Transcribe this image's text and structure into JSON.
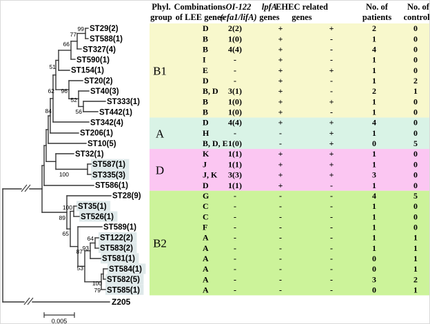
{
  "figure_type": "phylogenetic-tree-with-gene-table",
  "tree": {
    "outgroup_label": "Z205",
    "scale_bar_label": "0.005",
    "bootstrap_values": [
      "99",
      "77",
      "66",
      "51",
      "62",
      "96",
      "52",
      "56",
      "84",
      "100",
      "89",
      "100",
      "65",
      "64",
      "93",
      "87",
      "53",
      "100",
      "79"
    ]
  },
  "colors": {
    "group_b1": "#f8f8cc",
    "group_a": "#d9f3e6",
    "group_d": "#fbc6f2",
    "group_b2": "#ccf39a",
    "leaf_highlight": "#dfe9ea",
    "line": "#333333",
    "text": "#000000"
  },
  "table": {
    "headers": [
      {
        "line1": "Phyl.",
        "line2": "group",
        "italic1": false,
        "italic2": false
      },
      {
        "line1": "Combinations",
        "line2": "of LEE genes",
        "italic1": false,
        "italic2": false
      },
      {
        "line1": "OI-122",
        "line2": "(efa1/lifA)",
        "italic1": true,
        "italic2": true
      },
      {
        "line1": "lpfA",
        "line2": "genes",
        "italic1": true,
        "italic2": false
      },
      {
        "line1": "EHEC related",
        "line2": "genes",
        "italic1": false,
        "italic2": false
      },
      {
        "line1": "No. of",
        "line2": "patients",
        "italic1": false,
        "italic2": false
      },
      {
        "line1": "No. of",
        "line2": "controls",
        "italic1": false,
        "italic2": false
      }
    ],
    "groups": [
      {
        "label": "B1",
        "row_span": 9
      },
      {
        "label": "A",
        "row_span": 3
      },
      {
        "label": "D",
        "row_span": 4
      },
      {
        "label": "B2",
        "row_span": 10
      }
    ],
    "rows": [
      {
        "st": "ST29(2)",
        "shaded": false,
        "lee": "D",
        "oi122": "2(2)",
        "lpfa": "+",
        "ehec": "+",
        "patients": "2",
        "controls": "0"
      },
      {
        "st": "ST588(1)",
        "shaded": false,
        "lee": "B",
        "oi122": "1(0)",
        "lpfa": "+",
        "ehec": "-",
        "patients": "1",
        "controls": "0"
      },
      {
        "st": "ST327(4)",
        "shaded": false,
        "lee": "B",
        "oi122": "4(4)",
        "lpfa": "+",
        "ehec": "-",
        "patients": "4",
        "controls": "0"
      },
      {
        "st": "ST590(1)",
        "shaded": false,
        "lee": "I",
        "oi122": "-",
        "lpfa": "+",
        "ehec": "-",
        "patients": "1",
        "controls": "0"
      },
      {
        "st": "ST154(1)",
        "shaded": false,
        "lee": "E",
        "oi122": "-",
        "lpfa": "+",
        "ehec": "+",
        "patients": "1",
        "controls": "0"
      },
      {
        "st": "ST20(2)",
        "shaded": false,
        "lee": "D",
        "oi122": "-",
        "lpfa": "+",
        "ehec": "-",
        "patients": "1",
        "controls": "2"
      },
      {
        "st": "ST40(3)",
        "shaded": false,
        "lee": "B, D",
        "oi122": "3(1)",
        "lpfa": "+",
        "ehec": "-",
        "patients": "2",
        "controls": "1"
      },
      {
        "st": "ST333(1)",
        "shaded": false,
        "lee": "B",
        "oi122": "1(0)",
        "lpfa": "+",
        "ehec": "+",
        "patients": "1",
        "controls": "0"
      },
      {
        "st": "ST442(1)",
        "shaded": false,
        "lee": "B",
        "oi122": "1(0)",
        "lpfa": "+",
        "ehec": "-",
        "patients": "1",
        "controls": "0"
      },
      {
        "st": "ST342(4)",
        "shaded": false,
        "lee": "D",
        "oi122": "4(4)",
        "lpfa": "+",
        "ehec": "+",
        "patients": "4",
        "controls": "0"
      },
      {
        "st": "ST206(1)",
        "shaded": false,
        "lee": "H",
        "oi122": "-",
        "lpfa": "-",
        "ehec": "+",
        "patients": "1",
        "controls": "0"
      },
      {
        "st": "ST10(5)",
        "shaded": false,
        "lee": "B, D, E",
        "oi122": "1(0)",
        "lpfa": "-",
        "ehec": "+",
        "patients": "0",
        "controls": "5"
      },
      {
        "st": "ST32(1)",
        "shaded": false,
        "lee": "K",
        "oi122": "1(1)",
        "lpfa": "+",
        "ehec": "+",
        "patients": "1",
        "controls": "0"
      },
      {
        "st": "ST587(1)",
        "shaded": true,
        "lee": "J",
        "oi122": "1(1)",
        "lpfa": "+",
        "ehec": "+",
        "patients": "1",
        "controls": "0"
      },
      {
        "st": "ST335(3)",
        "shaded": true,
        "lee": "J, K",
        "oi122": "3(3)",
        "lpfa": "+",
        "ehec": "+",
        "patients": "3",
        "controls": "0"
      },
      {
        "st": "ST586(1)",
        "shaded": false,
        "lee": "D",
        "oi122": "1(1)",
        "lpfa": "+",
        "ehec": "-",
        "patients": "1",
        "controls": "0"
      },
      {
        "st": "ST28(9)",
        "shaded": false,
        "lee": "G",
        "oi122": "-",
        "lpfa": "-",
        "ehec": "-",
        "patients": "4",
        "controls": "5"
      },
      {
        "st": "ST35(1)",
        "shaded": true,
        "lee": "C",
        "oi122": "-",
        "lpfa": "-",
        "ehec": "-",
        "patients": "1",
        "controls": "0"
      },
      {
        "st": "ST526(1)",
        "shaded": true,
        "lee": "C",
        "oi122": "-",
        "lpfa": "-",
        "ehec": "-",
        "patients": "1",
        "controls": "0"
      },
      {
        "st": "ST589(1)",
        "shaded": false,
        "lee": "F",
        "oi122": "-",
        "lpfa": "-",
        "ehec": "-",
        "patients": "1",
        "controls": "0"
      },
      {
        "st": "ST122(2)",
        "shaded": true,
        "lee": "A",
        "oi122": "-",
        "lpfa": "-",
        "ehec": "-",
        "patients": "1",
        "controls": "1"
      },
      {
        "st": "ST583(2)",
        "shaded": true,
        "lee": "A",
        "oi122": "-",
        "lpfa": "-",
        "ehec": "-",
        "patients": "1",
        "controls": "1"
      },
      {
        "st": "ST581(1)",
        "shaded": true,
        "lee": "A",
        "oi122": "-",
        "lpfa": "-",
        "ehec": "-",
        "patients": "0",
        "controls": "1"
      },
      {
        "st": "ST584(1)",
        "shaded": true,
        "lee": "A",
        "oi122": "-",
        "lpfa": "-",
        "ehec": "-",
        "patients": "0",
        "controls": "1"
      },
      {
        "st": "ST582(5)",
        "shaded": true,
        "lee": "A",
        "oi122": "-",
        "lpfa": "-",
        "ehec": "-",
        "patients": "3",
        "controls": "2"
      },
      {
        "st": "ST585(1)",
        "shaded": true,
        "lee": "A",
        "oi122": "-",
        "lpfa": "-",
        "ehec": "-",
        "patients": "0",
        "controls": "1"
      }
    ]
  }
}
